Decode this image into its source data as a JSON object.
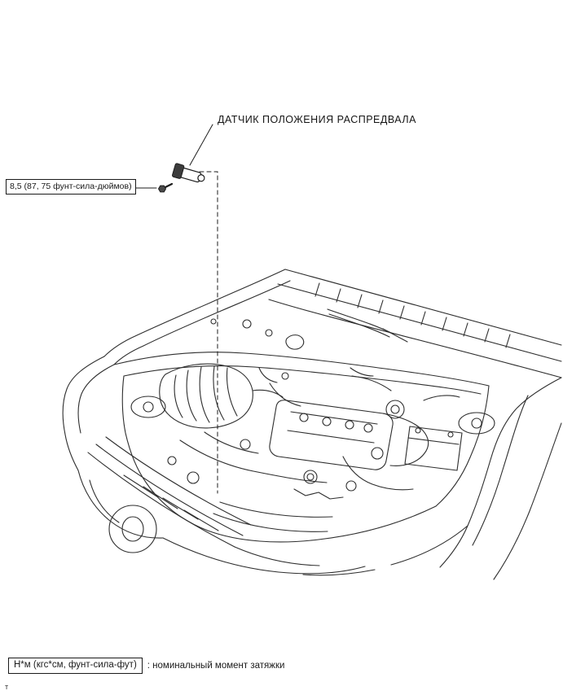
{
  "page": {
    "background": "#ffffff",
    "line_color": "#2e2e2e"
  },
  "callout": {
    "label": "ДАТЧИК ПОЛОЖЕНИЯ РАСПРЕДВАЛА"
  },
  "torque": {
    "value": "8,5 (87, 75 фунт-сила-дюймов)"
  },
  "legend": {
    "unit": "Н*м (кгс*см, фунт-сила-фут)",
    "description": ": номинальный момент затяжки"
  },
  "footer": {
    "mark": "т"
  },
  "icons": {
    "sensor": "camshaft-sensor-icon",
    "bolt": "bolt-icon"
  }
}
